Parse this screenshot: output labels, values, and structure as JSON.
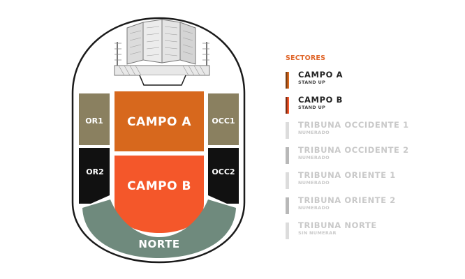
{
  "map": {
    "sections": {
      "or1": "OR1",
      "or2": "OR2",
      "occ1": "OCC1",
      "occ2": "OCC2",
      "campo_a": "CAMPO A",
      "campo_b": "CAMPO B",
      "norte": "NORTE"
    }
  },
  "legend": {
    "title": "SECTORES",
    "items": [
      {
        "name": "CAMPO A",
        "sub": "STAND UP",
        "active": true
      },
      {
        "name": "CAMPO B",
        "sub": "STAND UP",
        "active": true
      },
      {
        "name": "TRIBUNA OCCIDENTE 1",
        "sub": "NUMERADO",
        "active": false
      },
      {
        "name": "TRIBUNA OCCIDENTE 2",
        "sub": "NUMERADO",
        "active": false
      },
      {
        "name": "TRIBUNA ORIENTE 1",
        "sub": "NUMERADO",
        "active": false
      },
      {
        "name": "TRIBUNA ORIENTE 2",
        "sub": "NUMERADO",
        "active": false
      },
      {
        "name": "TRIBUNA NORTE",
        "sub": "SIN NUMERAR",
        "active": false
      }
    ]
  },
  "colors": {
    "campo_a": "#d7681d",
    "campo_b": "#f4572a",
    "oriente_1": "#8a8060",
    "occidente_1": "#8a8060",
    "oriente_2": "#111111",
    "occidente_2": "#111111",
    "norte": "#6f8a7d",
    "legend_title": "#e0662a",
    "inactive_text": "#c9c9c9",
    "swatch_occidente_1": "#dcdcdc",
    "swatch_occidente_2": "#b8b8b8",
    "swatch_oriente_1": "#dcdcdc",
    "swatch_oriente_2": "#b8b8b8",
    "swatch_norte": "#dcdcdc"
  }
}
